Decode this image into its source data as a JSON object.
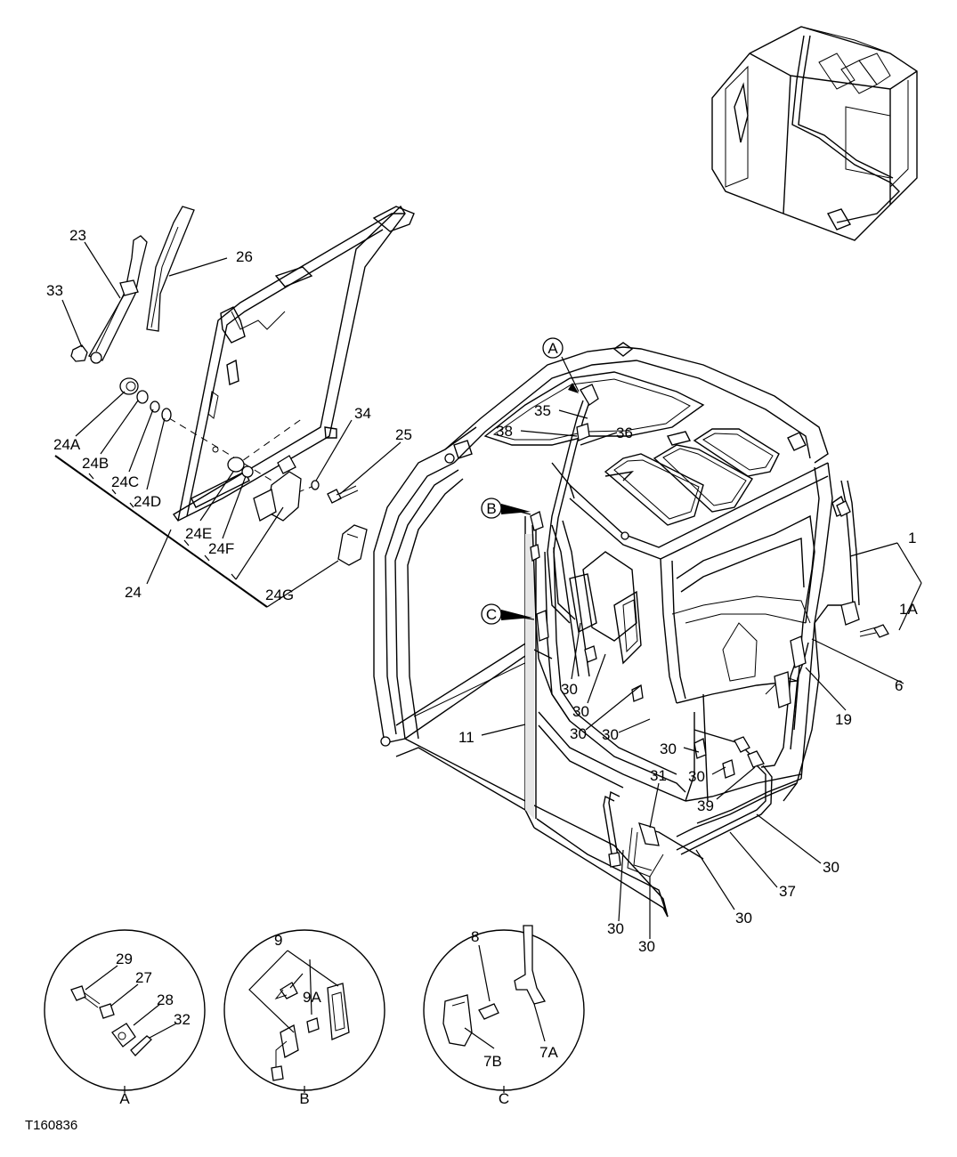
{
  "figure_id": "T160836",
  "labels": {
    "l1": "1",
    "l1A": "1A",
    "l6": "6",
    "l8": "8",
    "l9": "9",
    "l9A": "9A",
    "l11": "11",
    "l19": "19",
    "l23": "23",
    "l24": "24",
    "l24A": "24A",
    "l24B": "24B",
    "l24C": "24C",
    "l24D": "24D",
    "l24E": "24E",
    "l24F": "24F",
    "l24G": "24G",
    "l25": "25",
    "l26": "26",
    "l27": "27",
    "l28": "28",
    "l29": "29",
    "l30": "30",
    "l31": "31",
    "l32": "32",
    "l33": "33",
    "l34": "34",
    "l35": "35",
    "l36": "36",
    "l37": "37",
    "l38": "38",
    "l39": "39",
    "l7A": "7A",
    "l7B": "7B"
  },
  "callouts": {
    "a": "A",
    "b": "B",
    "c": "C"
  },
  "detail_views": {
    "a": "A",
    "b": "B",
    "c": "C"
  }
}
